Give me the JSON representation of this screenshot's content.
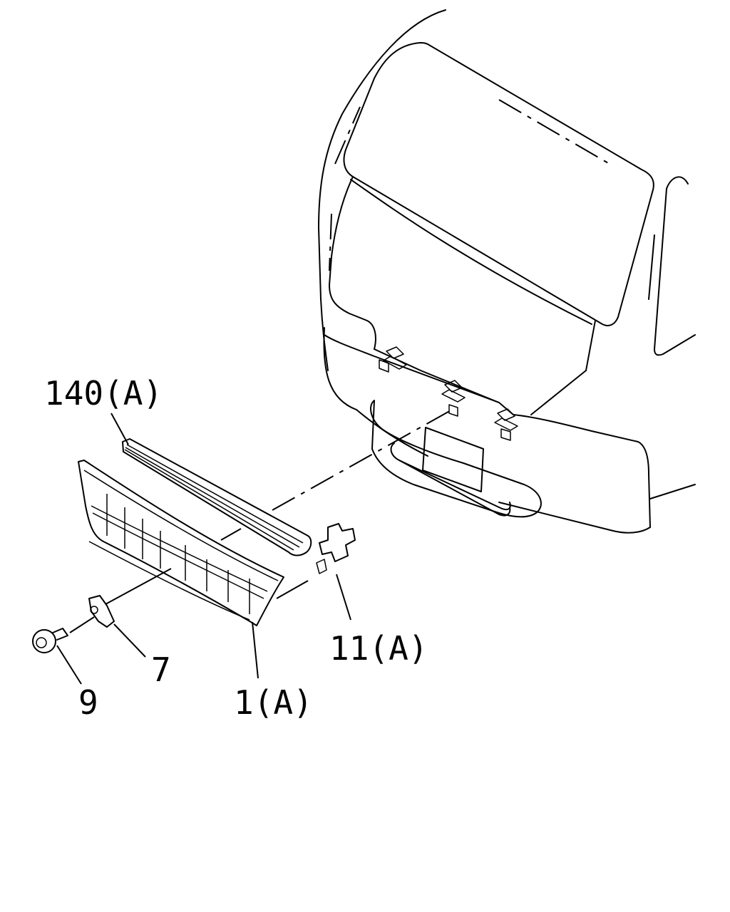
{
  "callouts": [
    {
      "id": "grille-molding",
      "text": "140(A)"
    },
    {
      "id": "clip",
      "text": "11(A)"
    },
    {
      "id": "bracket",
      "text": "7"
    },
    {
      "id": "bolt",
      "text": "9"
    },
    {
      "id": "grille",
      "text": "1(A)"
    }
  ]
}
